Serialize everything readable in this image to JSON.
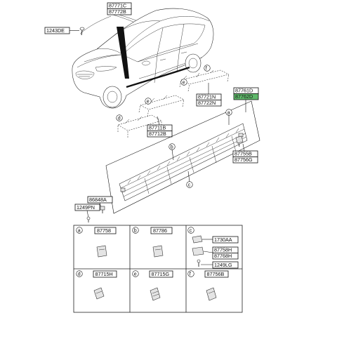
{
  "labels": {
    "p87771": "87771C",
    "p87772": "87772B",
    "p1243": "1243DE",
    "p87761": "87761D",
    "p87762": "87762D",
    "p87721": "87721N",
    "p87722": "87722N",
    "p87711": "87711B",
    "p87712": "87712B",
    "p87755": "87755B",
    "p87756": "87756G",
    "p86848": "86848A",
    "p1249pn": "1249PN"
  },
  "letters": {
    "a": "a",
    "b": "b",
    "c": "c",
    "d": "d",
    "e": "e",
    "f": "f"
  },
  "table": {
    "cells": [
      {
        "letter": "a",
        "parts": [
          "87758"
        ]
      },
      {
        "letter": "b",
        "parts": [
          "87786"
        ]
      },
      {
        "letter": "c",
        "parts": [
          "1730AA",
          "87758H",
          "87768H",
          "1249LG"
        ]
      },
      {
        "letter": "d",
        "parts": [
          "87715H"
        ]
      },
      {
        "letter": "e",
        "parts": [
          "87715G"
        ]
      },
      {
        "letter": "f",
        "parts": [
          "87756B"
        ]
      }
    ]
  },
  "colors": {
    "highlight_box": "#5fb86a"
  }
}
